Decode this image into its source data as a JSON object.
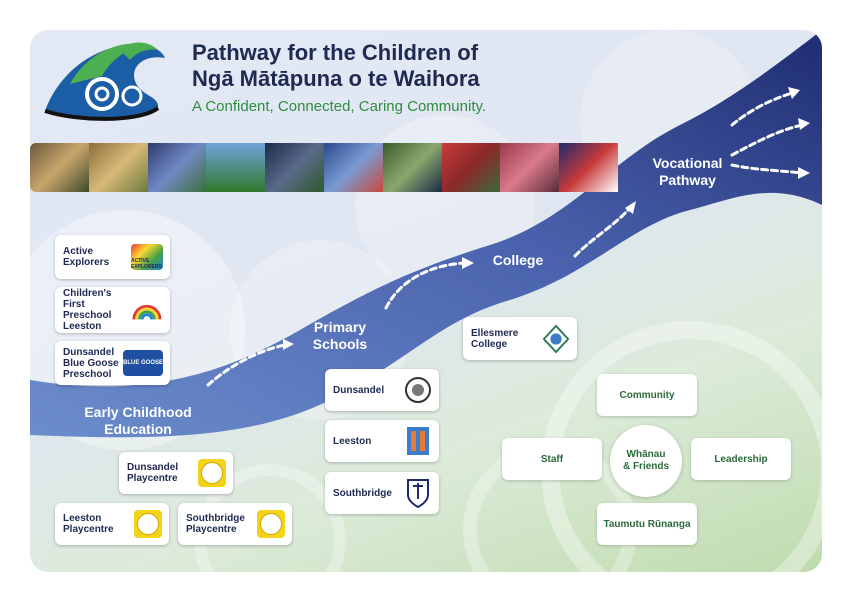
{
  "header": {
    "title_line1": "Pathway for the Children of",
    "title_line2": "Ngā Mātāpuna o te Waihora",
    "tagline": "A Confident, Connected, Caring Community."
  },
  "colors": {
    "navy": "#1e2a52",
    "river_dark": "#243479",
    "river_light": "#5b7cc0",
    "green": "#2e8d3e"
  },
  "logo": {
    "icon": "koru-wave-logo-icon"
  },
  "stages": {
    "early": "Early Childhood\nEducation",
    "primary": "Primary\nSchools",
    "college": "College",
    "vocational": "Vocational\nPathway"
  },
  "early_childhood": [
    {
      "label": "Active\nExplorers",
      "logo_text": "ACTIVE EXPLORERS"
    },
    {
      "label": "Children's First\nPreschool\nLeeston",
      "logo_text": ""
    },
    {
      "label": "Dunsandel\nBlue Goose\nPreschool",
      "logo_text": "BLUE GOOSE"
    }
  ],
  "playcentres": [
    {
      "label": "Dunsandel\nPlaycentre"
    },
    {
      "label": "Leeston\nPlaycentre"
    },
    {
      "label": "Southbridge\nPlaycentre"
    }
  ],
  "primary_schools": [
    {
      "label": "Dunsandel"
    },
    {
      "label": "Leeston"
    },
    {
      "label": "Southbridge"
    }
  ],
  "college": {
    "label": "Ellesmere\nCollege"
  },
  "community": {
    "center": "Whānau\n& Friends",
    "top": "Community",
    "left": "Staff",
    "right": "Leadership",
    "bottom": "Taumutu Rūnanga"
  }
}
